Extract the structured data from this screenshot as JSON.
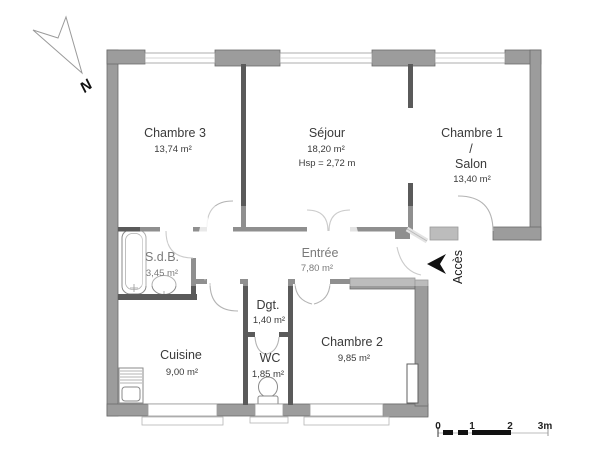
{
  "colors": {
    "exterior_wall_fill": "#9c9c9c",
    "exterior_wall_stroke": "#6b6b6b",
    "partition_wall": "#5a5a5a",
    "door_arc": "#b3b3b3",
    "label_text": "#3a3a3a",
    "accent_black": "#111111",
    "background": "#ffffff"
  },
  "compass": {
    "label": "N"
  },
  "access": {
    "label": "Accès"
  },
  "rooms": {
    "chambre3": {
      "name": "Chambre 3",
      "area": "13,74 m²"
    },
    "sejour": {
      "name": "Séjour",
      "area": "18,20 m²",
      "ceiling_note": "Hsp = 2,72 m"
    },
    "chambre1": {
      "name": "Chambre 1",
      "separator": "/",
      "alt_name": "Salon",
      "area": "13,40 m²"
    },
    "sdb": {
      "name": "S.d.B.",
      "area": "3,45 m²"
    },
    "entree": {
      "name": "Entrée",
      "area": "7,80 m²"
    },
    "dgt": {
      "name": "Dgt.",
      "area": "1,40 m²"
    },
    "cuisine": {
      "name": "Cuisine",
      "area": "9,00 m²"
    },
    "wc": {
      "name": "WC",
      "area": "1,85 m²"
    },
    "chambre2": {
      "name": "Chambre 2",
      "area": "9,85 m²"
    }
  },
  "fixtures": [
    "bathtub-icon",
    "washbasin-icon",
    "kitchen-sink-icon",
    "toilet-icon",
    "radiator-icon"
  ],
  "scale_bar": {
    "ticks": [
      "0",
      "1",
      "2",
      "3m"
    ]
  }
}
